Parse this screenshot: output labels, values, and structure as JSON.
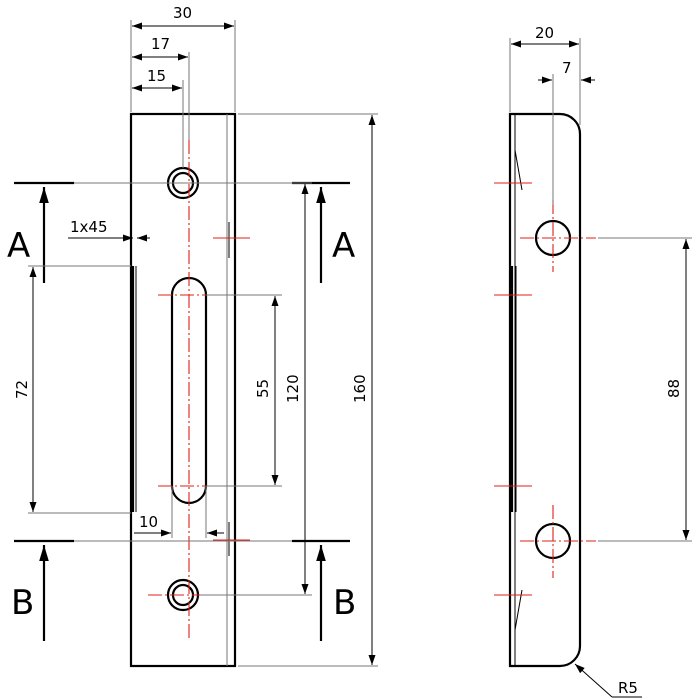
{
  "dimensions": {
    "width_30": "30",
    "width_17": "17",
    "width_15": "15",
    "chamfer": "1x45",
    "length_72": "72",
    "slot_55": "55",
    "holes_120": "120",
    "height_160": "160",
    "slot_10": "10",
    "side_20": "20",
    "side_7": "7",
    "side_88": "88",
    "radius": "R5"
  },
  "section_labels": {
    "a_left": "A",
    "a_right": "A",
    "b_left": "B",
    "b_right": "B"
  },
  "colors": {
    "outline": "#000000",
    "centerline": "#e0201a",
    "extension": "#777777"
  }
}
